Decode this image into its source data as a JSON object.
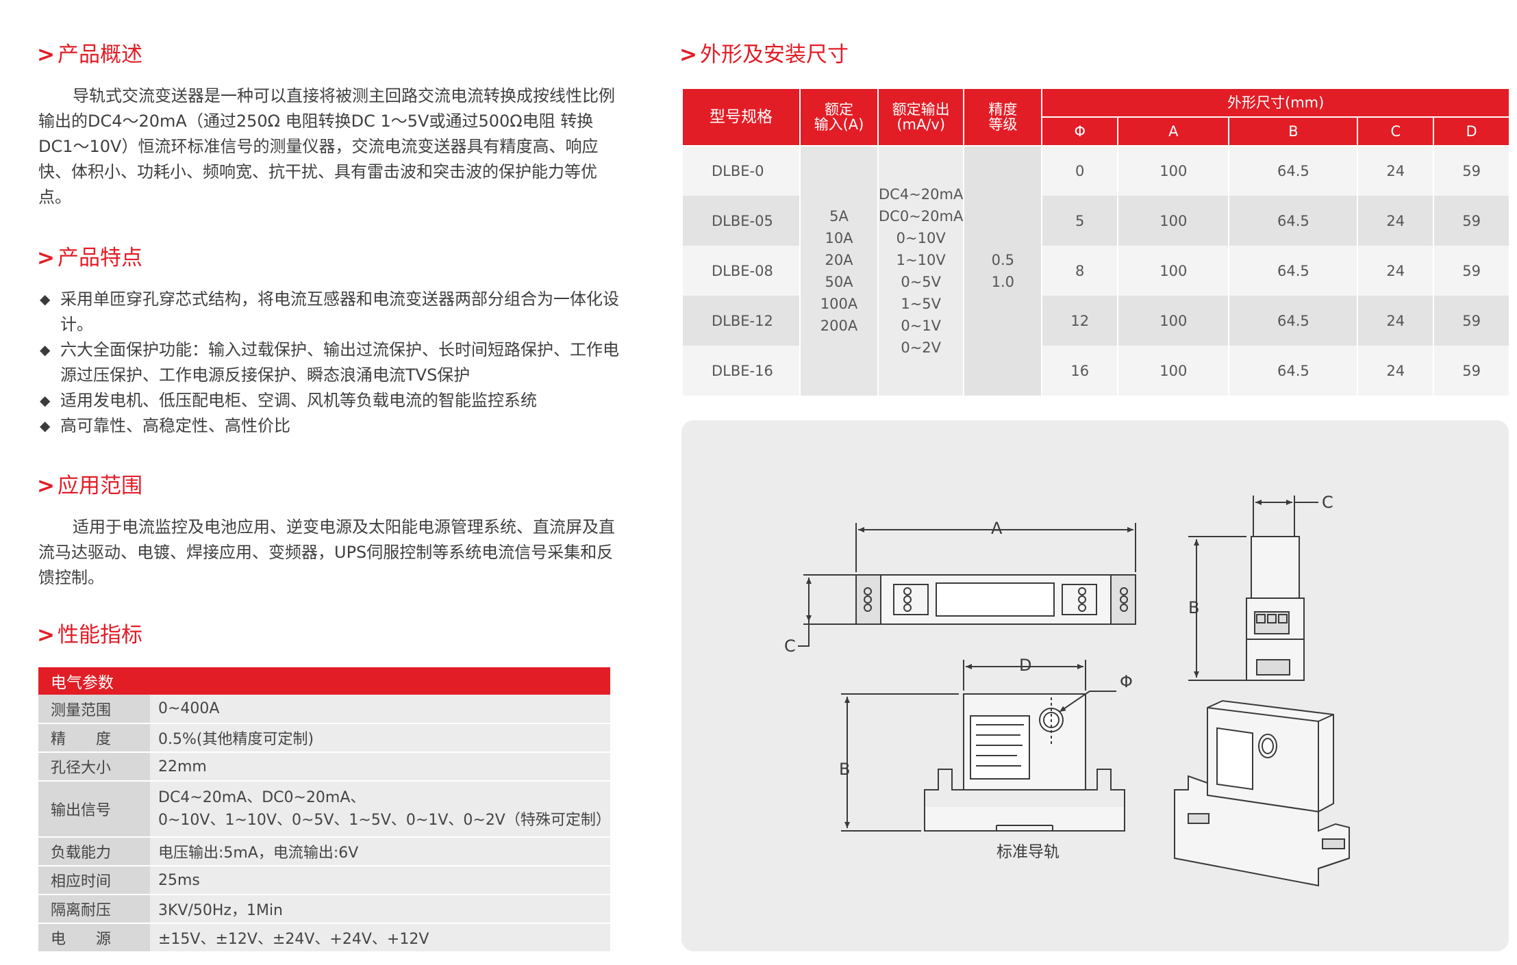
{
  "sections": {
    "overview": {
      "title": "产品概述",
      "text": "导轨式交流变送器是一种可以直接将被测主回路交流电流转换成按线性比例输出的DC4～20mA（通过250Ω 电阻转换DC 1～5V或通过500Ω电阻 转换DC1～10V）恒流环标准信号的测量仪器，交流电流变送器具有精度高、响应快、体积小、功耗小、频响宽、抗干扰、具有雷击波和突击波的保护能力等优点。"
    },
    "features": {
      "title": "产品特点",
      "items": [
        "采用单匝穿孔穿芯式结构，将电流互感器和电流变送器两部分组合为一体化设计。",
        "六大全面保护功能：输入过载保护、输出过流保护、长时间短路保护、工作电源过压保护、工作电源反接保护、瞬态浪涌电流TVS保护",
        "适用发电机、低压配电柜、空调、风机等负载电流的智能监控系统",
        "高可靠性、高稳定性、高性价比"
      ]
    },
    "application": {
      "title": "应用范围",
      "text": "适用于电流监控及电池应用、逆变电源及太阳能电源管理系统、直流屏及直流马达驱动、电镀、焊接应用、变频器，UPS伺服控制等系统电流信号采集和反馈控制。"
    },
    "performance": {
      "title": "性能指标"
    },
    "dimensions": {
      "title": "外形及安装尺寸"
    }
  },
  "electrical": {
    "header": "电气参数",
    "rows": [
      {
        "k": "测量范围",
        "v": [
          "0~400A"
        ]
      },
      {
        "k": "精　　度",
        "v": [
          "0.5%(其他精度可定制)"
        ]
      },
      {
        "k": "孔径大小",
        "v": [
          "22mm"
        ]
      },
      {
        "k": "输出信号",
        "v": [
          "DC4~20mA、DC0~20mA、",
          "0~10V、1~10V、0~5V、1~5V、0~1V、0~2V（特殊可定制）"
        ]
      },
      {
        "k": "负载能力",
        "v": [
          "电压输出:5mA，电流输出:6V"
        ]
      },
      {
        "k": "相应时间",
        "v": [
          "25ms"
        ]
      },
      {
        "k": "隔离耐压",
        "v": [
          "3KV/50Hz，1Min"
        ]
      },
      {
        "k": "电　　源",
        "v": [
          "±15V、±12V、±24V、+24V、+12V"
        ]
      }
    ]
  },
  "dimtable": {
    "h_model": "型号规格",
    "h_input": [
      "额定",
      "输入(A)"
    ],
    "h_output": [
      "额定输出",
      "(mA/v)"
    ],
    "h_grade": [
      "精度",
      "等级"
    ],
    "h_size": "外形尺寸(mm)",
    "h_cols": [
      "Φ",
      "A",
      "B",
      "C",
      "D"
    ],
    "inputs": [
      "5A",
      "10A",
      "20A",
      "50A",
      "100A",
      "200A"
    ],
    "outputs": [
      "DC4~20mA",
      "DC0~20mA",
      "0~10V",
      "1~10V",
      "0~5V",
      "1~5V",
      "0~1V",
      "0~2V"
    ],
    "grades": [
      "0.5",
      "1.0"
    ],
    "rows": [
      {
        "model": "DLBE-0",
        "phi": "0",
        "a": "100",
        "b": "64.5",
        "c": "24",
        "d": "59"
      },
      {
        "model": "DLBE-05",
        "phi": "5",
        "a": "100",
        "b": "64.5",
        "c": "24",
        "d": "59"
      },
      {
        "model": "DLBE-08",
        "phi": "8",
        "a": "100",
        "b": "64.5",
        "c": "24",
        "d": "59"
      },
      {
        "model": "DLBE-12",
        "phi": "12",
        "a": "100",
        "b": "64.5",
        "c": "24",
        "d": "59"
      },
      {
        "model": "DLBE-16",
        "phi": "16",
        "a": "100",
        "b": "64.5",
        "c": "24",
        "d": "59"
      }
    ]
  },
  "drawing": {
    "label_a": "A",
    "label_b": "B",
    "label_c": "C",
    "label_d": "D",
    "label_phi": "Φ",
    "caption": "标准导轨"
  }
}
